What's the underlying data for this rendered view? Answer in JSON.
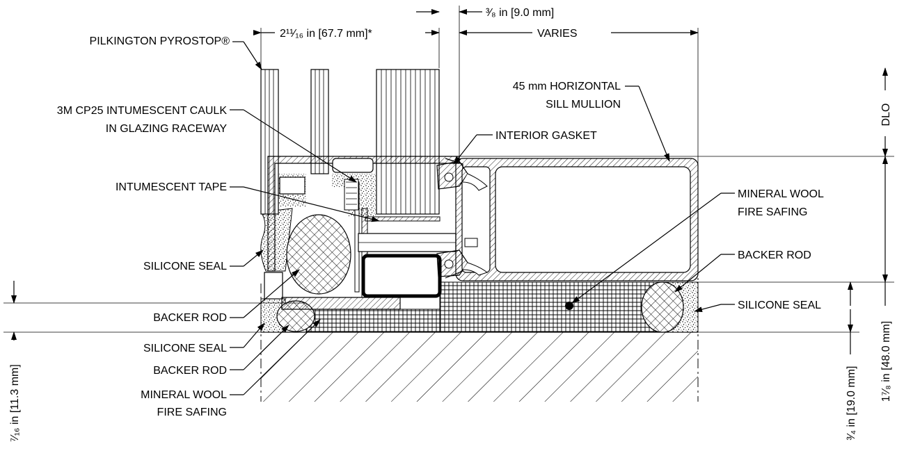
{
  "labels": {
    "pyrostop": "PILKINGTON PYROSTOP®",
    "caulk_1": "3M CP25 INTUMESCENT CAULK",
    "caulk_2": "IN GLAZING RACEWAY",
    "tape": "INTUMESCENT TAPE",
    "silicone_seal_upper": "SILICONE SEAL",
    "backer_rod_left_1": "BACKER ROD",
    "silicone_seal_lower": "SILICONE SEAL",
    "backer_rod_left_2": "BACKER ROD",
    "mineral_wool_left_1": "MINERAL WOOL",
    "mineral_wool_left_2": "FIRE SAFING",
    "sill_mullion_1": "45 mm HORIZONTAL",
    "sill_mullion_2": "SILL MULLION",
    "interior_gasket": "INTERIOR GASKET",
    "mineral_wool_right_1": "MINERAL WOOL",
    "mineral_wool_right_2": "FIRE SAFING",
    "backer_rod_right": "BACKER ROD",
    "silicone_seal_right": "SILICONE SEAL"
  },
  "dimensions": {
    "glass_width": "2¹¹⁄₁₆ in [67.7 mm]*",
    "offset": "³⁄₈ in [9.0 mm]",
    "varies": "VARIES",
    "dlo": "DLO",
    "sill_height": "1⁷⁄₈ in [48.0 mm]",
    "joint_depth": "³⁄₄ in [19.0 mm]",
    "left_joint": "⁷⁄₁₆ in [11.3 mm]"
  }
}
